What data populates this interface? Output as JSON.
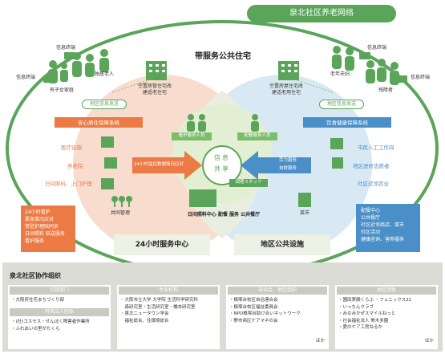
{
  "title": "泉北社区养老网络",
  "center_top": "带服务公共住宅",
  "center_info": [
    "信",
    "息",
    "共",
    "享"
  ],
  "people": {
    "info_terminal_1": "信息终端",
    "info_terminal_2": "信息终端",
    "info_terminal_3": "信息终端",
    "info_terminal_4": "信息终端",
    "elderly_alone": "独居老人",
    "family_with_children": "有子女家庭",
    "elderly_couple": "老年夫妇",
    "disabled": "残障者"
  },
  "housing": {
    "left": "空置房管住宅改\n建适老住宅",
    "right": "空置房屋住宅改\n建适老用住宅"
  },
  "regional_info_left": "地区信息发送",
  "regional_info_right": "地区信息发送",
  "left_section": {
    "header": "安心居住保障系统",
    "items": [
      "医疗设施",
      "养老院",
      "日间照料、上门护理"
    ]
  },
  "right_section": {
    "header": "饮食健康保障系统",
    "items": [
      "市民人工工作间",
      "地区进修志愿者",
      "社区近邻农业"
    ]
  },
  "center": {
    "caregiver": "看护服务人员",
    "delivery": "配餐服务人员",
    "arrow_left": "24小时监控数据情况应对",
    "arrow_right_1": "劳力服务",
    "arrow_right_2": "自财服务",
    "staff": "调理スタッフ",
    "bottom_label": "日间照料中心 配餐 服务 公共餐厅",
    "shared_mgmt": "共同管理",
    "field": "菜市"
  },
  "left_orange_box": [
    "24小时看护",
    "紧急情况应对",
    "常驻护理陪同员",
    "日间照料 陪送服务",
    "看护服务"
  ],
  "right_blue_box": [
    "配餐中心",
    "公共餐厅",
    "社区近邻商店、菜市",
    "社区活动",
    "健康咨询、营养服务"
  ],
  "bottom_left": "24小时服务中心",
  "bottom_right": "地区公共设施",
  "org": {
    "title": "泉北社区协作组织",
    "cols": [
      {
        "header": "行政部门",
        "items": [
          "・大阪府住宅まちづくり部"
        ],
        "sub_header": "特殊法人团体",
        "sub_items": [
          "・(社)コスモス・せんぼく障害者作業所",
          "・ふれあいの里がたくら"
        ]
      },
      {
        "header": "专业机构",
        "items": [
          "・大阪市立大学 大学院 生活科学研究科",
          "　森研究室・生活研究室・橋本研究室",
          "・泉北ニュータウン学会",
          "　福祉総合、住環境総合"
        ]
      },
      {
        "header": "自治会、地区组织",
        "items": [
          "・槙塚台校区自治連合会",
          "・槙塚台校区福祉委員会",
          "・NPO槙塚台助け合いネットワーク",
          "・野市商区ケアマネの会"
        ],
        "footer": "ほか"
      },
      {
        "header": "地区团体",
        "items": [
          "・園田実顔くらぶ ・フェニックス21",
          "・いっちんクラブ",
          "・みなみかぜスマイルねっと",
          "・社会福祉法人 美木多園",
          "・愛のケア工房ねるか"
        ],
        "footer": "ほか"
      }
    ]
  },
  "colors": {
    "green": "#5aa55a",
    "light_green": "#7cbd6a",
    "orange": "#ec7a45",
    "salmon_bg": "#f5c9b3",
    "blue": "#4a8fc7",
    "light_blue_bg": "#cfe2f0"
  }
}
